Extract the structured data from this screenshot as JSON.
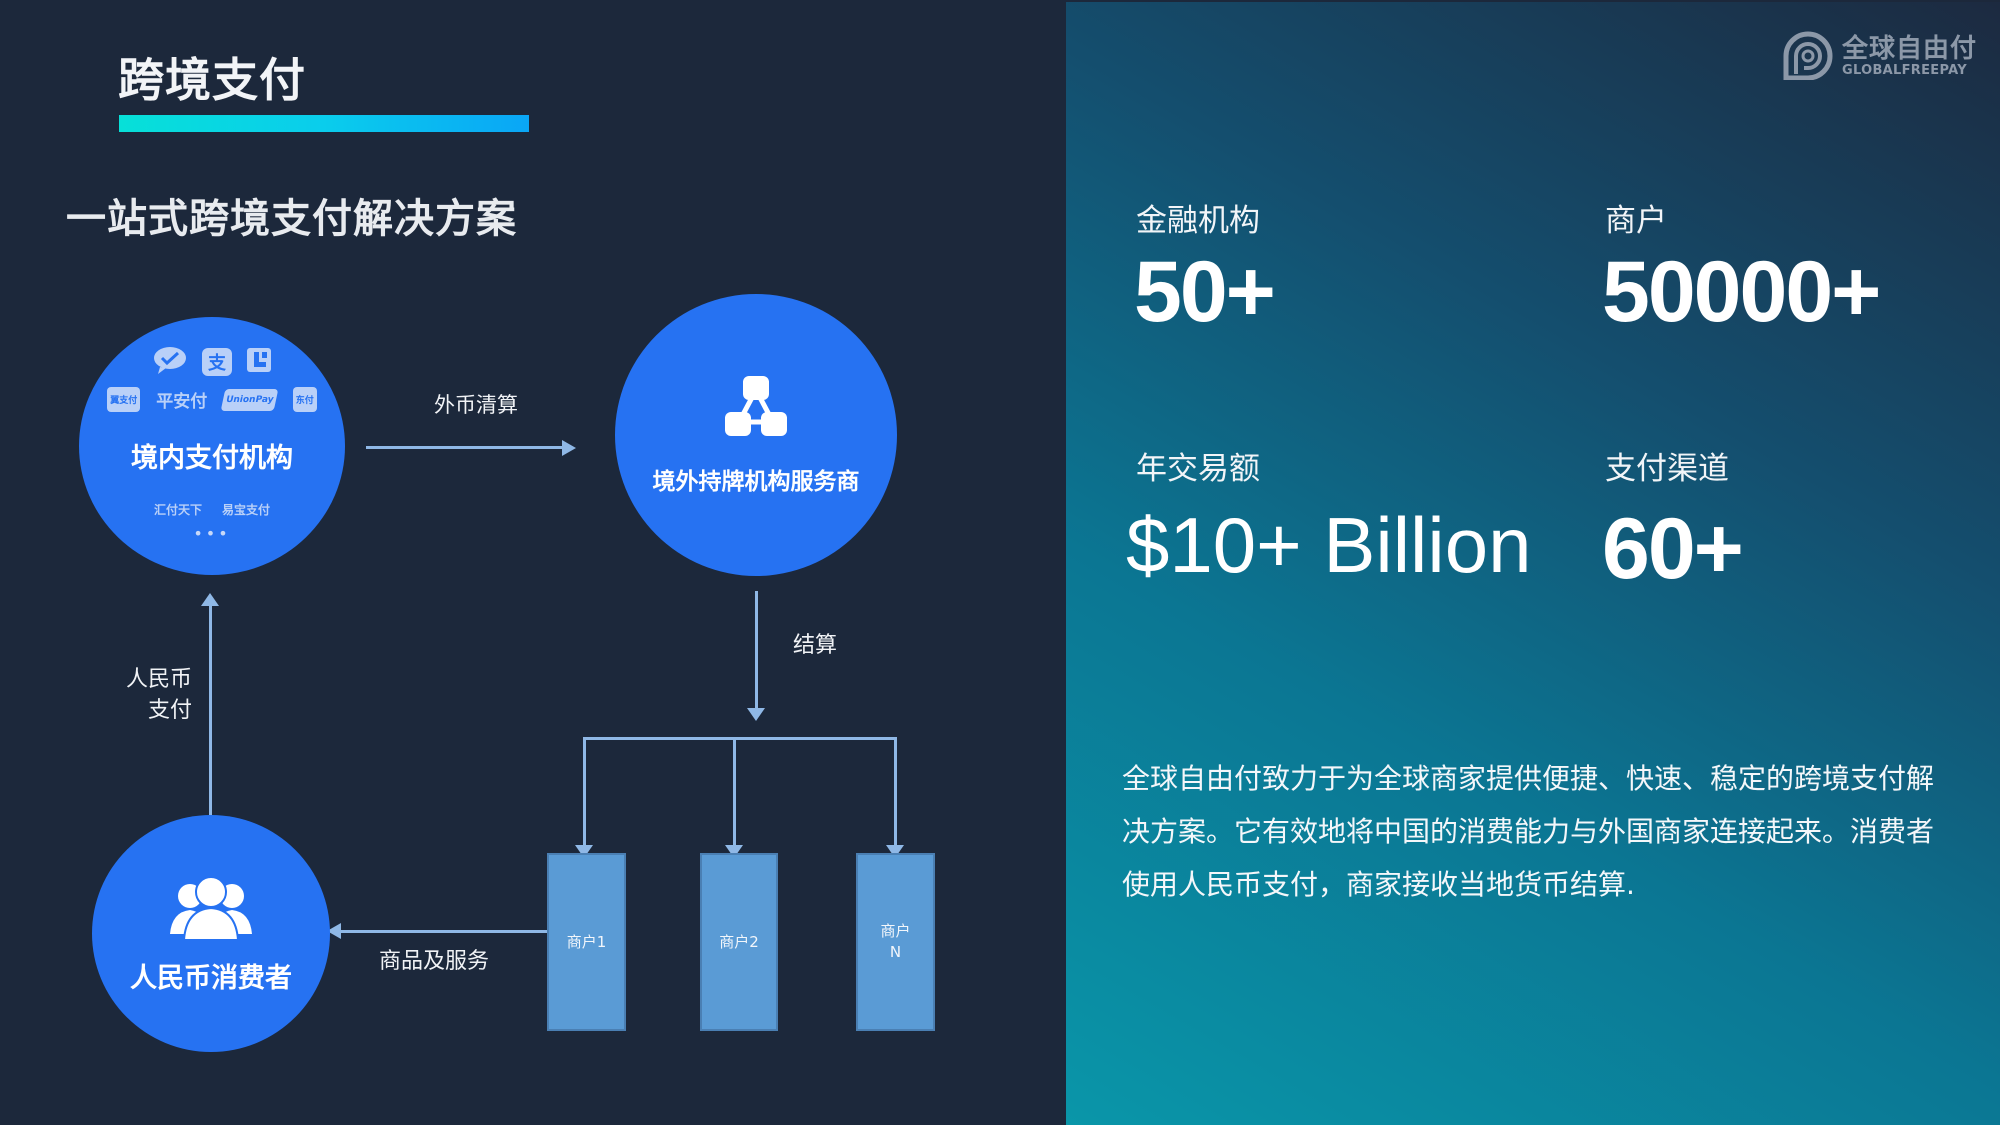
{
  "header": {
    "title": "跨境支付",
    "subtitle": "一站式跨境支付解决方案"
  },
  "brand": {
    "name_cn": "全球自由付",
    "name_en": "GLOBALFREEPAY"
  },
  "diagram": {
    "nodes": {
      "domestic": {
        "label": "境内支付机构",
        "payment_logos_row1": [
          "wechat-pay-icon",
          "alipay-icon",
          "lakala-icon"
        ],
        "payment_logos_row2": [
          "翼支付",
          "平安付",
          "UnionPay",
          "东付"
        ],
        "payment_logos_row3": [
          "汇付天下",
          "易宝支付"
        ],
        "more": "•••"
      },
      "overseas": {
        "label": "境外持牌机构服务商",
        "icon": "network-nodes-icon"
      },
      "consumer": {
        "label": "人民币消费者",
        "icon": "users-group-icon"
      },
      "merchants": [
        {
          "label": "商户1"
        },
        {
          "label": "商户2"
        },
        {
          "label": "商户\nN"
        }
      ]
    },
    "edges": {
      "fx_clearing": "外币清算",
      "settlement": "结算",
      "rmb_payment_line1": "人民币",
      "rmb_payment_line2": "支付",
      "goods_services": "商品及服务"
    }
  },
  "stats": [
    {
      "label": "金融机构",
      "value": "50+"
    },
    {
      "label": "商户",
      "value": "50000+"
    },
    {
      "label": "年交易额",
      "value": "$10+ Billion"
    },
    {
      "label": "支付渠道",
      "value": "60+"
    }
  ],
  "description": "全球自由付致力于为全球商家提供便捷、快速、稳定的跨境支付解决方案。它有效地将中国的消费能力与外国商家连接起来。消费者使用人民币支付，商家接收当地货币结算.",
  "colors": {
    "background": "#1c283b",
    "node_blue": "#2672f2",
    "merchant_box": "#5a9bd5",
    "connector": "#8fb8e6",
    "accent_gradient_start": "#07e0d8",
    "accent_gradient_end": "#0aa6f6",
    "panel_gradient_start": "#0a96a9",
    "panel_gradient_end": "#1c2a40"
  }
}
